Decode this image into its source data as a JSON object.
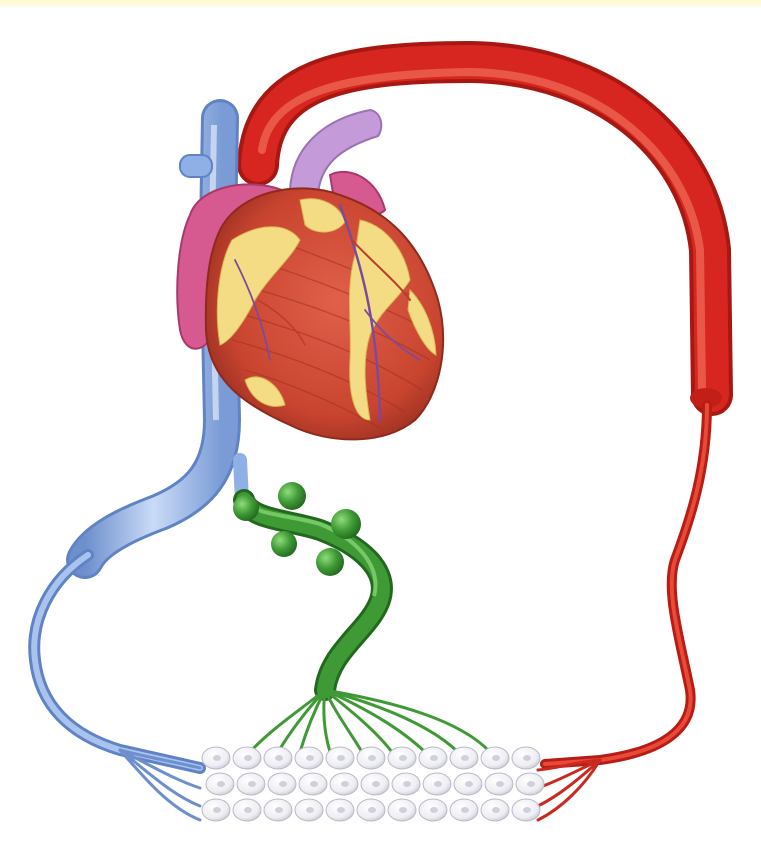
{
  "figure": {
    "colors": {
      "background": "#ffffff",
      "top_band": "#fff9d8",
      "arterial": "#d7261f",
      "arterial_dark": "#a71812",
      "arterial_light": "#ef5a45",
      "venous": "#8fb0e6",
      "venous_dark": "#5f83c4",
      "venous_light": "#c9dbf7",
      "lymphatic": "#3f9a35",
      "lymphatic_dark": "#22691f",
      "lymphatic_light": "#7bd06b",
      "heart_muscle": "#cf4a35",
      "heart_muscle_dark": "#9c2c20",
      "heart_fat": "#f4dc84",
      "atrium": "#d65a8f",
      "pulmonary_trunk": "#c59ad8",
      "cell": "#f1f1f4",
      "cell_nucleus": "#cfd0dd"
    },
    "icons": [
      "heart-icon",
      "aorta-icon",
      "vena-cava-icon",
      "pulmonary-trunk-icon",
      "lymph-node-icon",
      "tissue-cell-icon"
    ],
    "tissue_grid": {
      "rows": 3,
      "columns": 11
    },
    "lymph_nodes": 5
  }
}
